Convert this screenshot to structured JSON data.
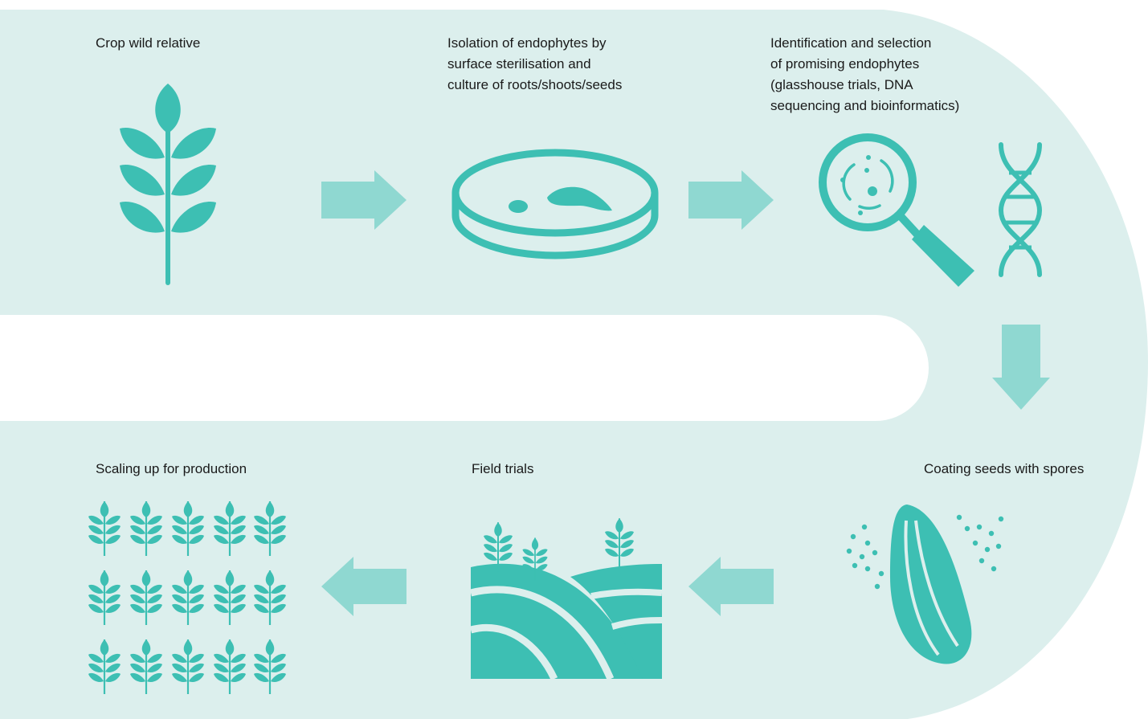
{
  "colors": {
    "band": "#dcefed",
    "icon": "#3dbfb3",
    "arrow": "#8fd8d1",
    "text": "#1a1a1a"
  },
  "steps": [
    {
      "id": "crop-wild-relative",
      "icon": "wheat-stalk-icon",
      "lines": [
        "Crop wild relative"
      ]
    },
    {
      "id": "isolation",
      "icon": "petri-dish-icon",
      "lines": [
        "Isolation of endophytes by",
        "surface sterilisation and",
        "culture of roots/shoots/seeds"
      ]
    },
    {
      "id": "identification",
      "icon": "magnifier-microbes-icon",
      "icon2": "dna-icon",
      "lines": [
        "Identification and selection",
        "of promising endophytes",
        "(glasshouse trials, DNA",
        "sequencing and bioinformatics)"
      ]
    },
    {
      "id": "coating-seeds",
      "icon": "seed-spores-icon",
      "lines": [
        "Coating seeds with spores"
      ]
    },
    {
      "id": "field-trials",
      "icon": "field-icon",
      "lines": [
        "Field trials"
      ]
    },
    {
      "id": "scaling-up",
      "icon": "wheat-grid-icon",
      "lines": [
        "Scaling up for production"
      ]
    }
  ]
}
